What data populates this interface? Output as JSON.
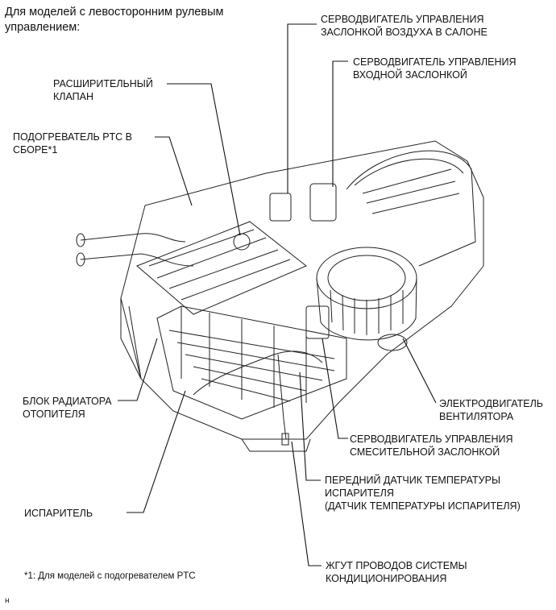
{
  "header": {
    "line1": "Для моделей с левосторонним рулевым",
    "line2": "управлением:"
  },
  "callouts": {
    "cabin_air_servo_1": "СЕРВОДВИГАТЕЛЬ УПРАВЛЕНИЯ",
    "cabin_air_servo_2": "ЗАСЛОНКОЙ ВОЗДУХА В САЛОНЕ",
    "inlet_servo_1": "СЕРВОДВИГАТЕЛЬ УПРАВЛЕНИЯ",
    "inlet_servo_2": "ВХОДНОЙ ЗАСЛОНКОЙ",
    "expansion_valve_1": "РАСШИРИТЕЛЬНЫЙ",
    "expansion_valve_2": "КЛАПАН",
    "ptc_heater_1": "ПОДОГРЕВАТЕЛЬ PTC В",
    "ptc_heater_2": "СБОРЕ*1",
    "heater_core_1": "БЛОК РАДИАТОРА",
    "heater_core_2": "ОТОПИТЕЛЯ",
    "blower_motor_1": "ЭЛЕКТРОДВИГАТЕЛЬ",
    "blower_motor_2": "ВЕНТИЛЯТОРА",
    "mix_servo_1": "СЕРВОДВИГАТЕЛЬ УПРАВЛЕНИЯ",
    "mix_servo_2": "СМЕСИТЕЛЬНОЙ ЗАСЛОНКОЙ",
    "evap_sensor_1": "ПЕРЕДНИЙ ДАТЧИК ТЕМПЕРАТУРЫ",
    "evap_sensor_2": "ИСПАРИТЕЛЯ",
    "evap_sensor_3": "(ДАТЧИК ТЕМПЕРАТУРЫ ИСПАРИТЕЛЯ)",
    "evaporator": "ИСПАРИТЕЛЬ",
    "harness_1": "ЖГУТ ПРОВОДОВ СИСТЕМЫ",
    "harness_2": "КОНДИЦИОНИРОВАНИЯ"
  },
  "footnote": "*1: Для моделей с подогревателем PTC",
  "corner_mark": "н"
}
